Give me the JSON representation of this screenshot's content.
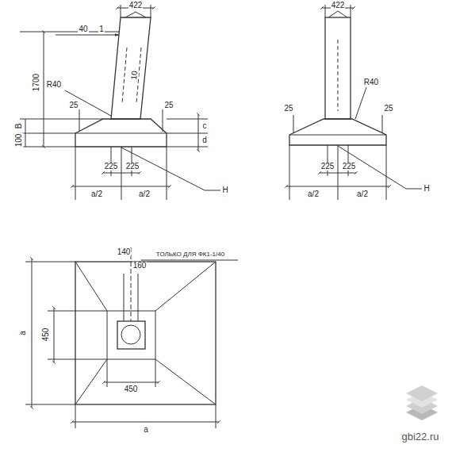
{
  "diagram": {
    "labels": [
      "40",
      "1",
      "422",
      "1700",
      "R40",
      "10",
      "25",
      "25",
      "c",
      "B",
      "100",
      "d",
      "225",
      "225",
      "a/2",
      "a/2",
      "H",
      "422",
      "R40",
      "25",
      "25",
      "225",
      "225",
      "a/2",
      "a/2",
      "H",
      "140",
      "160",
      "ТОЛЬКО ДЛЯ ФК1-1/40",
      "450",
      "450",
      "a",
      "a",
      "gbi22.ru"
    ]
  }
}
